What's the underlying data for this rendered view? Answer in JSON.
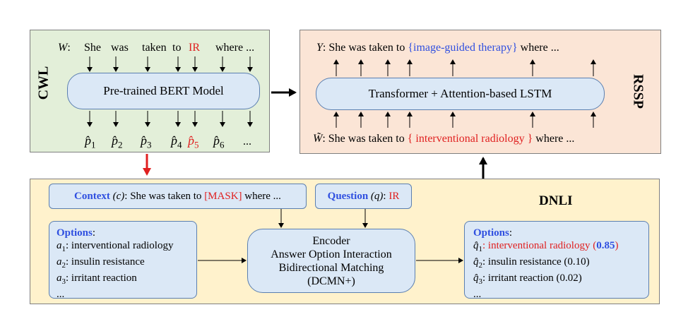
{
  "cwl": {
    "label": "CWL",
    "input_var": "W",
    "sentence_words": [
      "She",
      "was",
      "taken",
      "to"
    ],
    "masked_word": "IR",
    "sentence_tail": "where ...",
    "model_label": "Pre-trained BERT Model",
    "outputs": [
      "p̂1",
      "p̂2",
      "p̂3",
      "p̂4",
      "p̂5",
      "p̂6",
      "..."
    ],
    "output_bases": [
      "p̂",
      "p̂",
      "p̂",
      "p̂",
      "p̂",
      "p̂"
    ],
    "output_subs": [
      "1",
      "2",
      "3",
      "4",
      "5",
      "6"
    ],
    "ellipsis": "..."
  },
  "rssp": {
    "label": "RSSP",
    "output_var": "Y",
    "output_prefix": ": She was taken to ",
    "output_span": "{image-guided therapy}",
    "output_suffix": " where ...",
    "model_label": "Transformer + Attention-based LSTM",
    "input_var": "W̃",
    "input_prefix": ": She was taken to ",
    "input_span": "{ interventional radiology }",
    "input_suffix": " where ..."
  },
  "dnli": {
    "label": "DNLI",
    "context_label": "Context",
    "context_var": "(c)",
    "context_prefix": ": She was taken to ",
    "context_mask": "[MASK]",
    "context_suffix": " where ...",
    "question_label": "Question",
    "question_var": "(q)",
    "question_sep": ": ",
    "question_value": "IR",
    "options_title": "Options",
    "options": [
      {
        "var": "a",
        "sub": "1",
        "text": ": interventional radiology"
      },
      {
        "var": "a",
        "sub": "2",
        "text": ": insulin resistance"
      },
      {
        "var": "a",
        "sub": "3",
        "text": ": irritant reaction"
      }
    ],
    "options_more": "...",
    "encoder_lines": [
      "Encoder",
      "Answer Option Interaction",
      "Bidirectional Matching",
      "(DCMN+)"
    ],
    "scored_title": "Options",
    "scored": [
      {
        "var": "q̂",
        "sub": "1",
        "text": ": interventional radiology (",
        "score": "0.85",
        "close": ")"
      },
      {
        "var": "q̂",
        "sub": "2",
        "text": ": insulin resistance (0.10)"
      },
      {
        "var": "q̂",
        "sub": "3",
        "text": ": irritant reaction (0.02)"
      }
    ],
    "scored_more": "..."
  },
  "colors": {
    "cwl_bg": "#e3efd9",
    "rssp_bg": "#fbe5d6",
    "dnli_bg": "#fff2cc",
    "box_bg": "#dbe8f6",
    "box_border": "#5b7fb0",
    "highlight_red": "#e02020",
    "highlight_blue": "#2f4fe0"
  }
}
